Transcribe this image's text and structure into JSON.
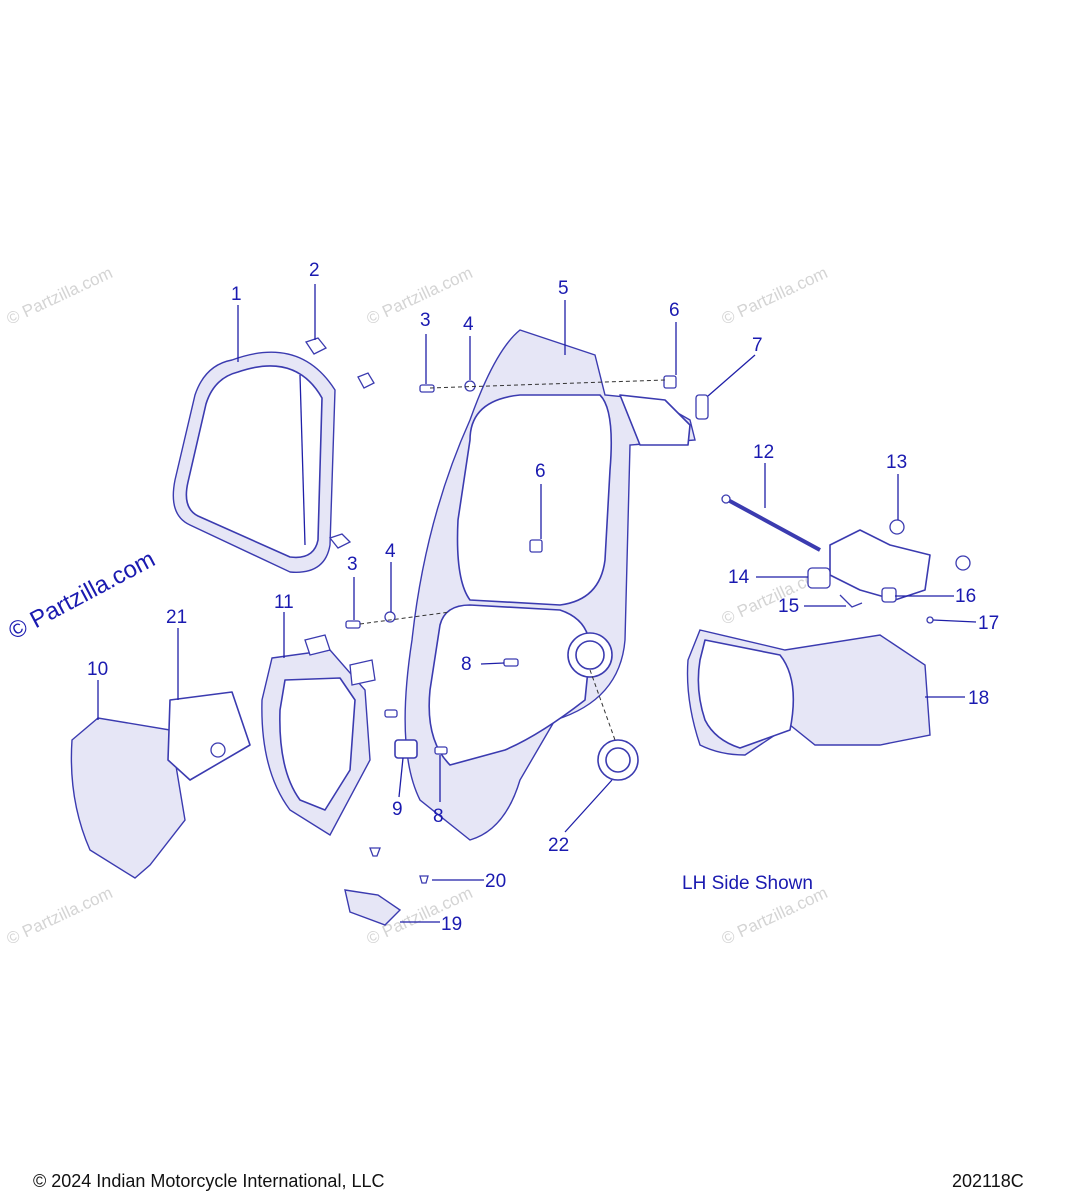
{
  "diagram": {
    "callouts": [
      "1",
      "2",
      "3",
      "3",
      "4",
      "4",
      "5",
      "6",
      "6",
      "7",
      "8",
      "8",
      "9",
      "10",
      "11",
      "12",
      "13",
      "14",
      "15",
      "16",
      "17",
      "18",
      "19",
      "20",
      "21",
      "22"
    ],
    "note": "LH Side Shown"
  },
  "watermark": {
    "text": "© Partzilla.com"
  },
  "footer": {
    "copyright": "© 2024 Indian Motorcycle International, LLC",
    "diagram_id": "202118C"
  }
}
